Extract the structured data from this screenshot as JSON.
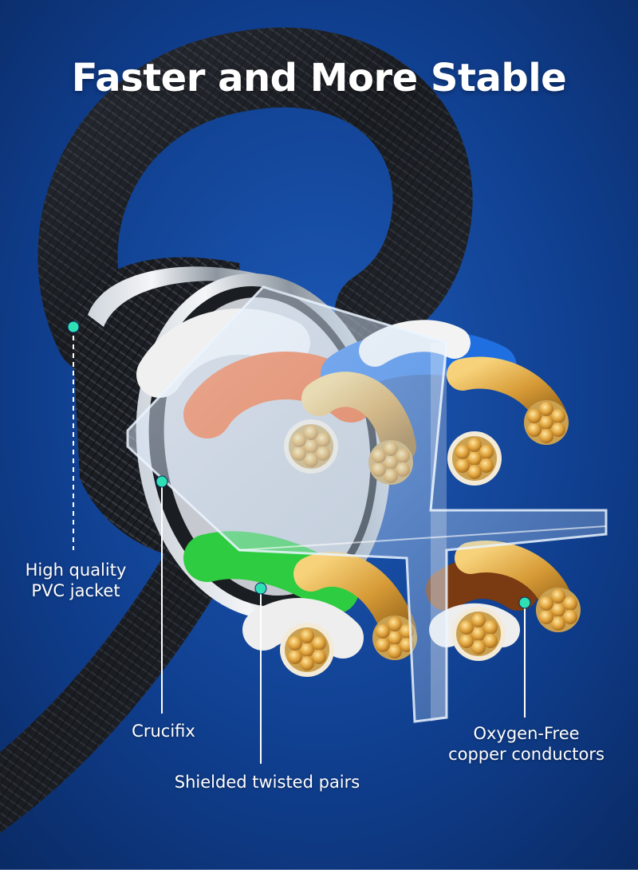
{
  "headline": "Faster and More Stable",
  "callouts": {
    "pvc_jacket": {
      "line1": "High quality",
      "line2": "PVC jacket"
    },
    "crucifix": "Crucifix",
    "twisted_pairs": "Shielded twisted pairs",
    "copper": {
      "line1": "Oxygen-Free",
      "line2": "copper conductors"
    }
  },
  "colors": {
    "background": "#0d3a86",
    "accent_dot": "#2fe0b4",
    "pair_orange": "#f25a16",
    "pair_blue": "#1f6fe0",
    "pair_green": "#2ecc40",
    "copper": "#d9a441",
    "jacket": "#1c1f24"
  }
}
